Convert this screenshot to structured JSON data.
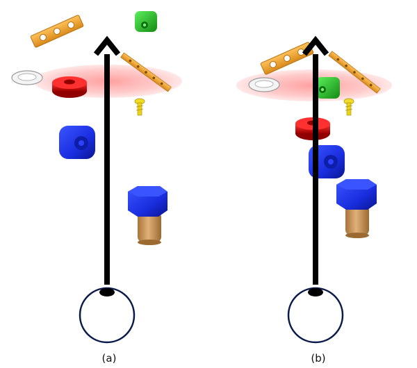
{
  "panels": [
    {
      "id": "a",
      "caption": "(a)"
    },
    {
      "id": "b",
      "caption": "(b)"
    }
  ],
  "icons": {
    "viewer": "eye-icon",
    "direction": "arrow-up-icon",
    "plane": "cross-section-plane-icon"
  },
  "colors": {
    "arrow": "#000000",
    "viewer_ring": "#0a1a4a",
    "plane": "#ff8c8c",
    "orange_part": "#f2a93b",
    "green_part": "#2ecc2e",
    "red_part": "#e01010",
    "blue_part": "#1a2ee0",
    "yellow_part": "#e8d21a",
    "brass_part": "#c8965a",
    "white_ring": "#eeeeee"
  }
}
